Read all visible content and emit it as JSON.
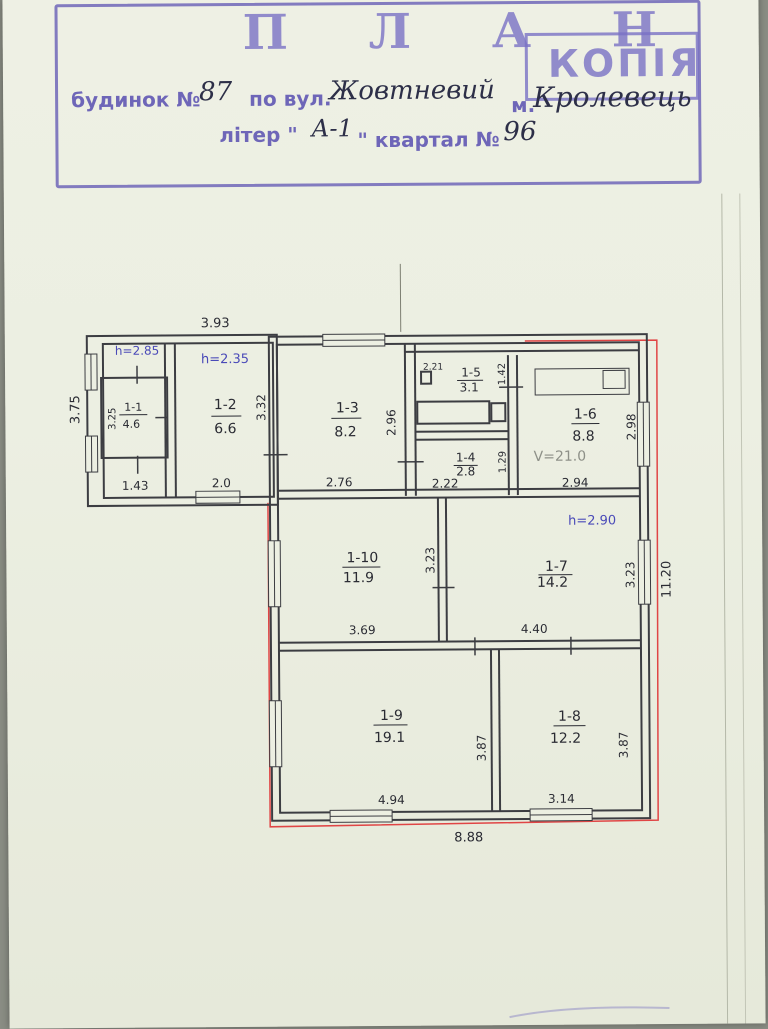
{
  "stamp": {
    "title": "П Л А Н",
    "copy_label": "КОПІЯ",
    "line1_prefix": "будинок №",
    "house_number": "87",
    "street_prefix": "по вул.",
    "street_name": "Жовтневий",
    "city_prefix": "м.",
    "city_name": "Кролевець",
    "line2_prefix": "літер \"",
    "letter": "А-1",
    "block_prefix": "\" квартал №",
    "block_number": "96"
  },
  "heights": {
    "h1": "h=2.85",
    "h2": "h=2.35",
    "h3": "h=2.90"
  },
  "volume_note": "V=21.0",
  "rooms": {
    "r1": {
      "id": "1-1",
      "area": "4.6"
    },
    "r2": {
      "id": "1-2",
      "area": "6.6"
    },
    "r3": {
      "id": "1-3",
      "area": "8.2"
    },
    "r4": {
      "id": "1-4",
      "area": "2.8"
    },
    "r5": {
      "id": "1-5",
      "area": "3.1"
    },
    "r6": {
      "id": "1-6",
      "area": "8.8"
    },
    "r7": {
      "id": "1-7",
      "area": "14.2"
    },
    "r8": {
      "id": "1-8",
      "area": "12.2"
    },
    "r9": {
      "id": "1-9",
      "area": "19.1"
    },
    "r10": {
      "id": "1-10",
      "area": "11.9"
    }
  },
  "dims": {
    "top_393": "3.93",
    "left_375": "3.75",
    "r1_325": "3.25",
    "r1_143": "1.43",
    "r2_332": "3.32",
    "r2_20": "2.0",
    "r3_296": "2.96",
    "r3_276": "2.76",
    "r5_221": "2.21",
    "r5_142": "1.42",
    "r4_129": "1.29",
    "r4_222": "2.22",
    "r6_298": "2.98",
    "r6_294": "2.94",
    "r10_323": "3.23",
    "r10_369": "3.69",
    "r7_323": "3.23",
    "r7_440": "4.40",
    "overall_1120": "11.20",
    "r9_387": "3.87",
    "r9_494": "4.94",
    "r8_387": "3.87",
    "r8_314": "3.14",
    "bottom_888": "8.88"
  }
}
